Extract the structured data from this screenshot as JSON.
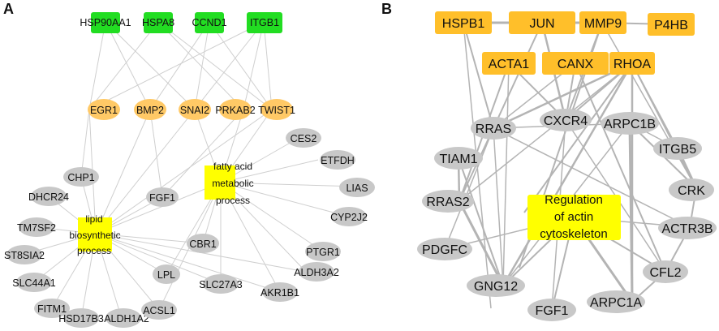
{
  "colors": {
    "hub": "#22dd22",
    "tf": "#ffc966",
    "gene": "#c8c8c8",
    "process": "#ffff00",
    "hub_b": "#ffbf2a",
    "edge_a": "#cfcfcf",
    "edge_b": "#b4b4b4"
  },
  "panel_a": {
    "letter": "A",
    "hub_nodes": [
      "HSP90AA1",
      "HSPA8",
      "CCND1",
      "ITGB1"
    ],
    "tf_nodes": [
      "EGR1",
      "BMP2",
      "SNAI2",
      "PRKAB2",
      "TWIST1"
    ],
    "process_nodes": [
      {
        "lines": [
          "fatty acid",
          "metabolic",
          "process"
        ]
      },
      {
        "lines": [
          "lipid",
          "biosynthetic",
          "process"
        ]
      }
    ],
    "gene_nodes": [
      "CES2",
      "ETFDH",
      "LIAS",
      "CYP2J2",
      "PTGR1",
      "ALDH3A2",
      "AKR1B1",
      "SLC27A3",
      "CHP1",
      "DHCR24",
      "TM7SF2",
      "ST8SIA2",
      "SLC44A1",
      "FITM1",
      "HSD17B3",
      "ALDH1A2",
      "ACSL1",
      "LPL",
      "CBR1",
      "FGF1"
    ]
  },
  "panel_b": {
    "letter": "B",
    "hub_nodes": [
      "HSPB1",
      "JUN",
      "MMP9",
      "P4HB",
      "ACTA1",
      "CANX",
      "RHOA"
    ],
    "process_node": {
      "lines": [
        "Regulation",
        "of actin",
        "cytoskeleton"
      ]
    },
    "gene_nodes": [
      "RRAS",
      "CXCR4",
      "ARPC1B",
      "ITGB5",
      "TIAM1",
      "CRK",
      "RRAS2",
      "ACTR3B",
      "PDGFC",
      "CFL2",
      "GNG12",
      "FGF1",
      "ARPC1A"
    ]
  }
}
